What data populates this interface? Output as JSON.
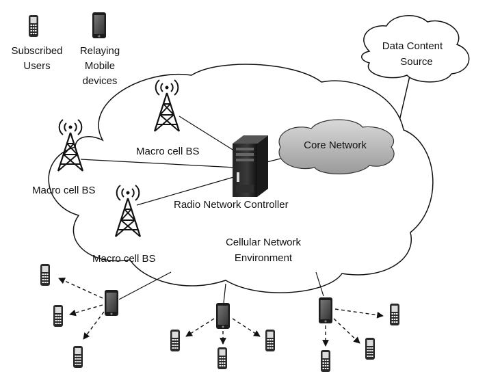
{
  "legend": {
    "subscribed_line1": "Subscribed",
    "subscribed_line2": "Users",
    "relaying_line1": "Relaying",
    "relaying_line2": "Mobile",
    "relaying_line3": "devices"
  },
  "data_source": {
    "line1": "Data Content",
    "line2": "Source"
  },
  "core_network": "Core Network",
  "towers": {
    "top": "Macro cell BS",
    "left": "Macro cell BS",
    "bottom": "Macro cell BS"
  },
  "controller": "Radio Network Controller",
  "environment": {
    "line1": "Cellular Network",
    "line2": "Environment"
  },
  "icons": {
    "subscribed_user": "feature-phone-icon",
    "relay_device": "smartphone-icon",
    "tower": "cell-tower-icon",
    "server": "server-rack-icon"
  }
}
